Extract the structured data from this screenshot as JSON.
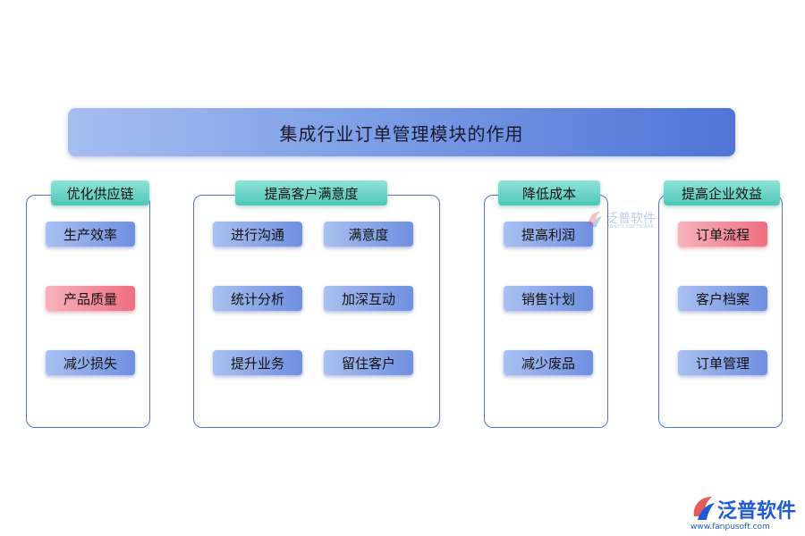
{
  "title": "集成行业订单管理模块的作用",
  "sections": [
    {
      "label": "优化供应链",
      "items": [
        "生产效率",
        "产品质量",
        "减少损失"
      ],
      "highlight": [
        1
      ]
    },
    {
      "label": "提高客户满意度",
      "items": [
        "进行沟通",
        "满意度",
        "统计分析",
        "加深互动",
        "提升业务",
        "留住客户"
      ],
      "highlight": []
    },
    {
      "label": "降低成本",
      "items": [
        "提高利润",
        "销售计划",
        "减少废品"
      ],
      "highlight": []
    },
    {
      "label": "提高企业效益",
      "items": [
        "订单流程",
        "客户档案",
        "订单管理"
      ],
      "highlight": [
        0
      ]
    }
  ],
  "watermark": {
    "name": "泛普软件",
    "sub": "FANPU SOFTWARE"
  },
  "logo": {
    "name": "泛普软件",
    "url": "www.fanpusoft.com"
  },
  "colors": {
    "node_blue": "#6f8fe0",
    "node_red": "#ee6f80",
    "tab_teal": "#4ec7b8",
    "border": "#4f74d6"
  }
}
